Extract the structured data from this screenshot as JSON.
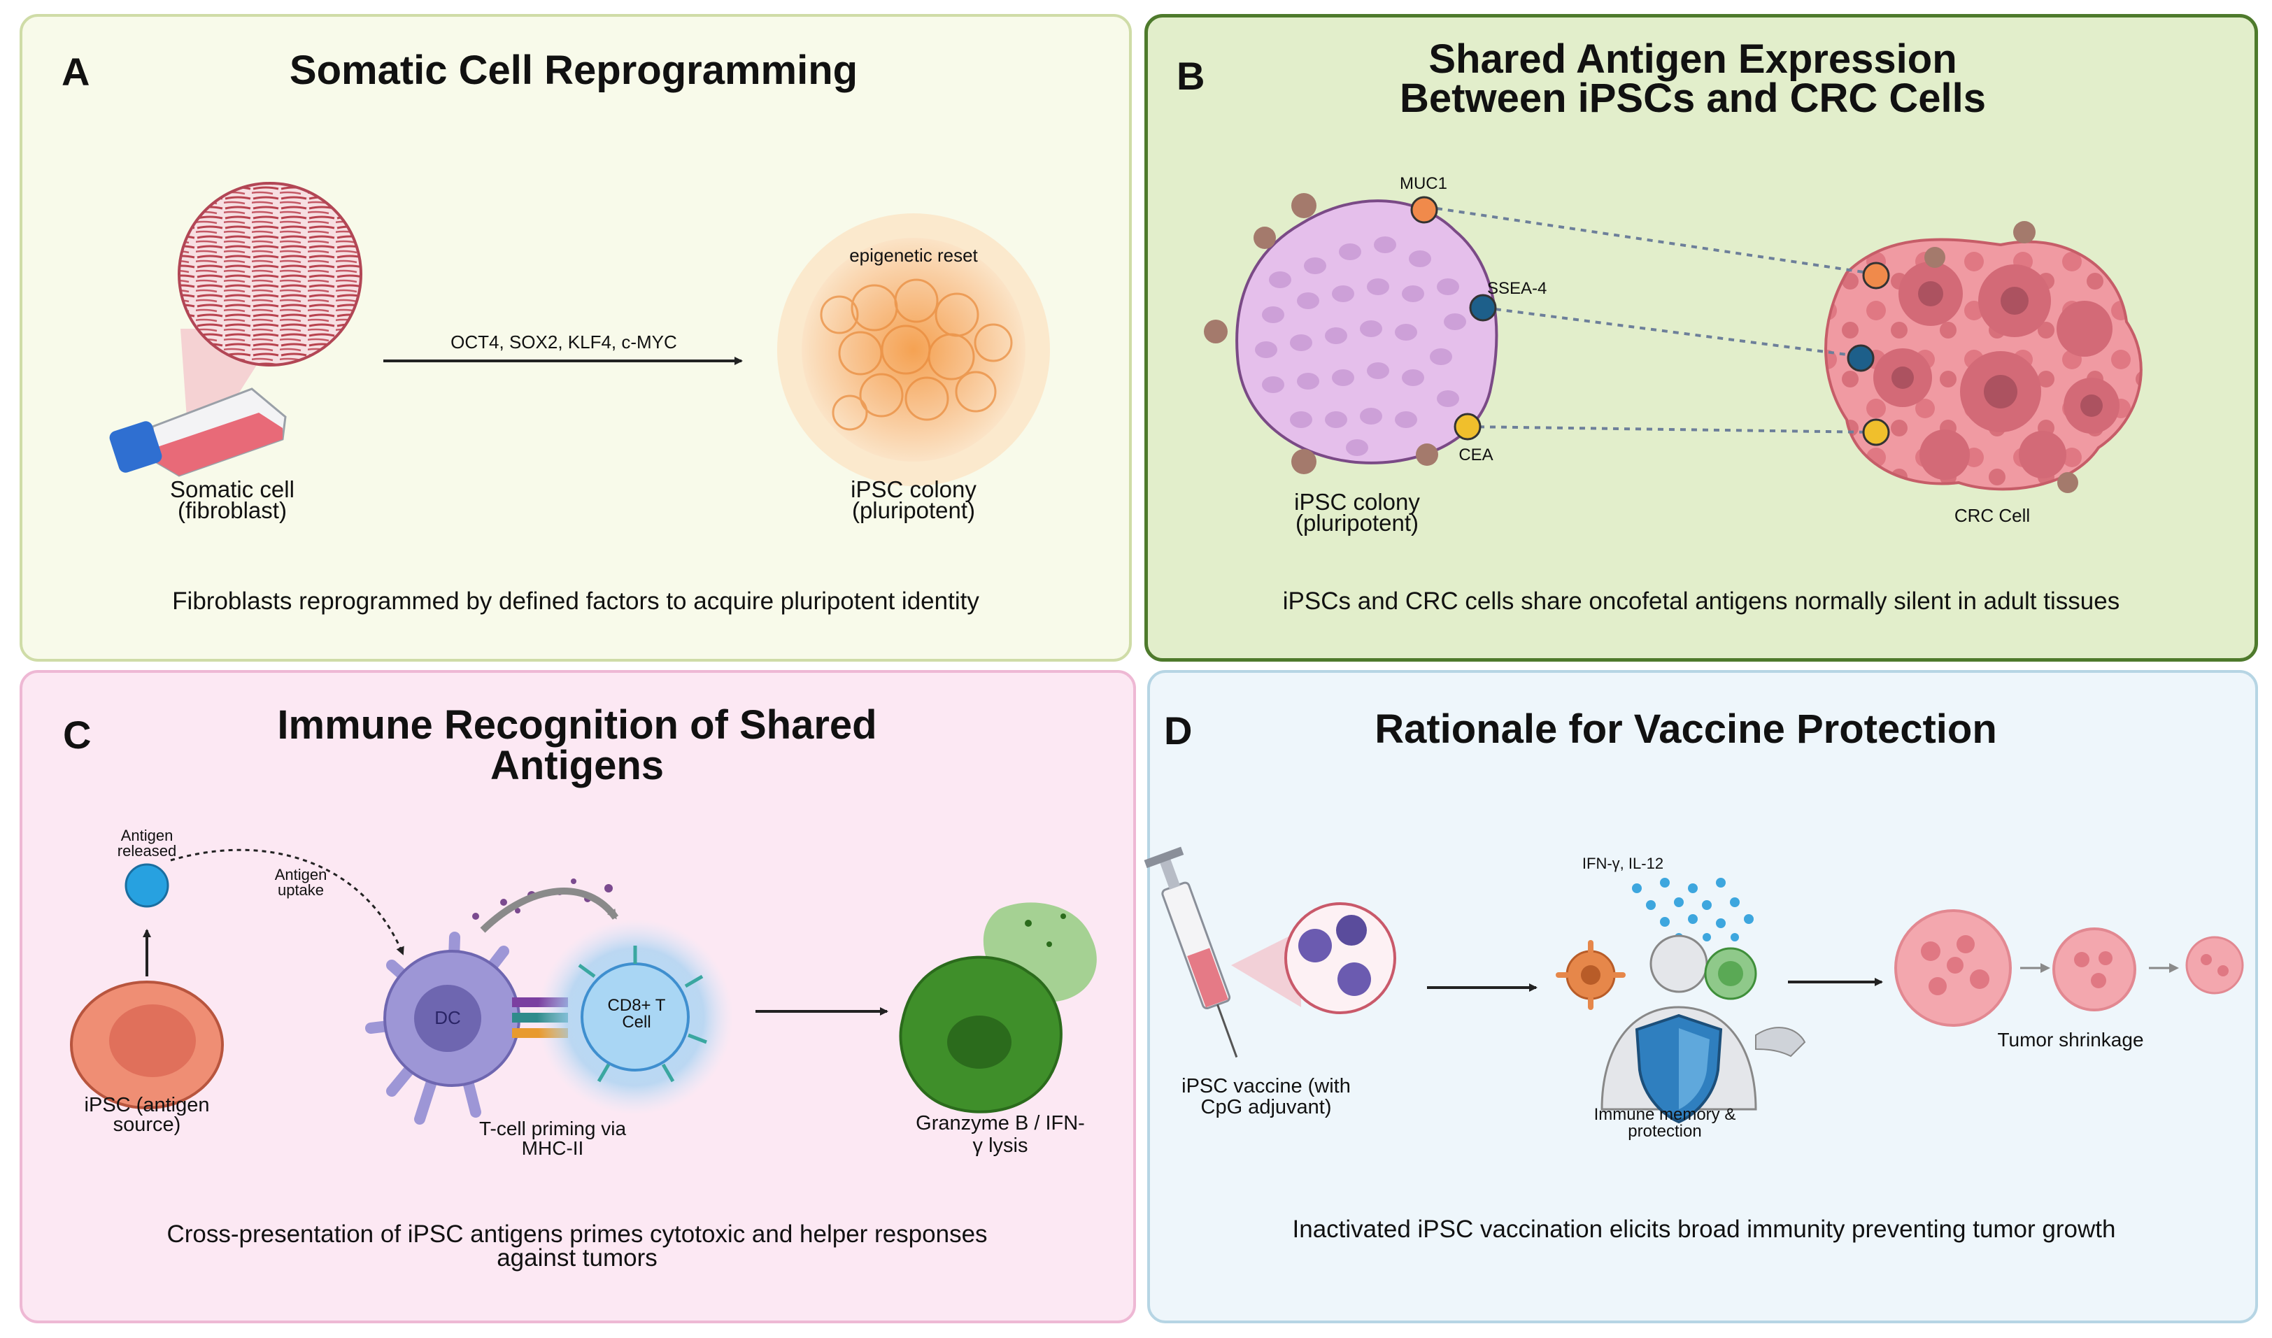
{
  "panels": {
    "a": {
      "letter": "A",
      "title": "Somatic Cell Reprogramming",
      "arrow_label": "OCT4, SOX2, KLF4, c-MYC",
      "source_label_1": "Somatic cell",
      "source_label_2": "(fibroblast)",
      "colony_inner_label": "epigenetic reset",
      "target_label_1": "iPSC colony",
      "target_label_2": "(pluripotent)",
      "caption": "Fibroblasts reprogrammed by defined factors to acquire pluripotent identity"
    },
    "b": {
      "letter": "B",
      "title_1": "Shared Antigen Expression",
      "title_2": "Between iPSCs and CRC Cells",
      "antigen_1": "MUC1",
      "antigen_2": "SSEA-4",
      "antigen_3": "CEA",
      "colony_label_1": "iPSC colony",
      "colony_label_2": "(pluripotent)",
      "crc_label": "CRC Cell",
      "caption": "iPSCs and CRC cells share oncofetal antigens normally silent in adult tissues"
    },
    "c": {
      "letter": "C",
      "title_1": "Immune Recognition of Shared",
      "title_2": "Antigens",
      "antigen_released_1": "Antigen",
      "antigen_released_2": "released",
      "antigen_uptake_1": "Antigen",
      "antigen_uptake_2": "uptake",
      "ipsc_label_1": "iPSC (antigen",
      "ipsc_label_2": "source)",
      "dc_label": "DC",
      "tcell_label_1": "CD8+ T",
      "tcell_label_2": "Cell",
      "priming_label_1": "T-cell priming via",
      "priming_label_2": "MHC-II",
      "lysis_label_1": "Granzyme B / IFN-",
      "lysis_label_2": "γ lysis",
      "caption_1": "Cross-presentation of iPSC antigens primes cytotoxic and helper responses",
      "caption_2": "against tumors"
    },
    "d": {
      "letter": "D",
      "title": "Rationale for Vaccine Protection",
      "vaccine_label_1": "iPSC vaccine (with",
      "vaccine_label_2": "CpG adjuvant)",
      "cytokine_label": "IFN-γ, IL-12",
      "memory_label_1": "Immune memory &",
      "memory_label_2": "protection",
      "shrink_label": "Tumor shrinkage",
      "caption": "Inactivated iPSC vaccination elicits broad immunity preventing tumor growth"
    }
  },
  "colors": {
    "panel_a_bg": "#f8faea",
    "panel_b_bg": "#e2eecb",
    "panel_c_bg": "#fce8f3",
    "panel_d_bg": "#eef6fb",
    "ipsc_purple": "#e3b8ea",
    "crc_pink": "#ec8f98",
    "muc1": "#f08a4b",
    "ssea4": "#1d5f8a",
    "cea": "#f0bf2c",
    "killer_green": "#3f8f2a"
  }
}
